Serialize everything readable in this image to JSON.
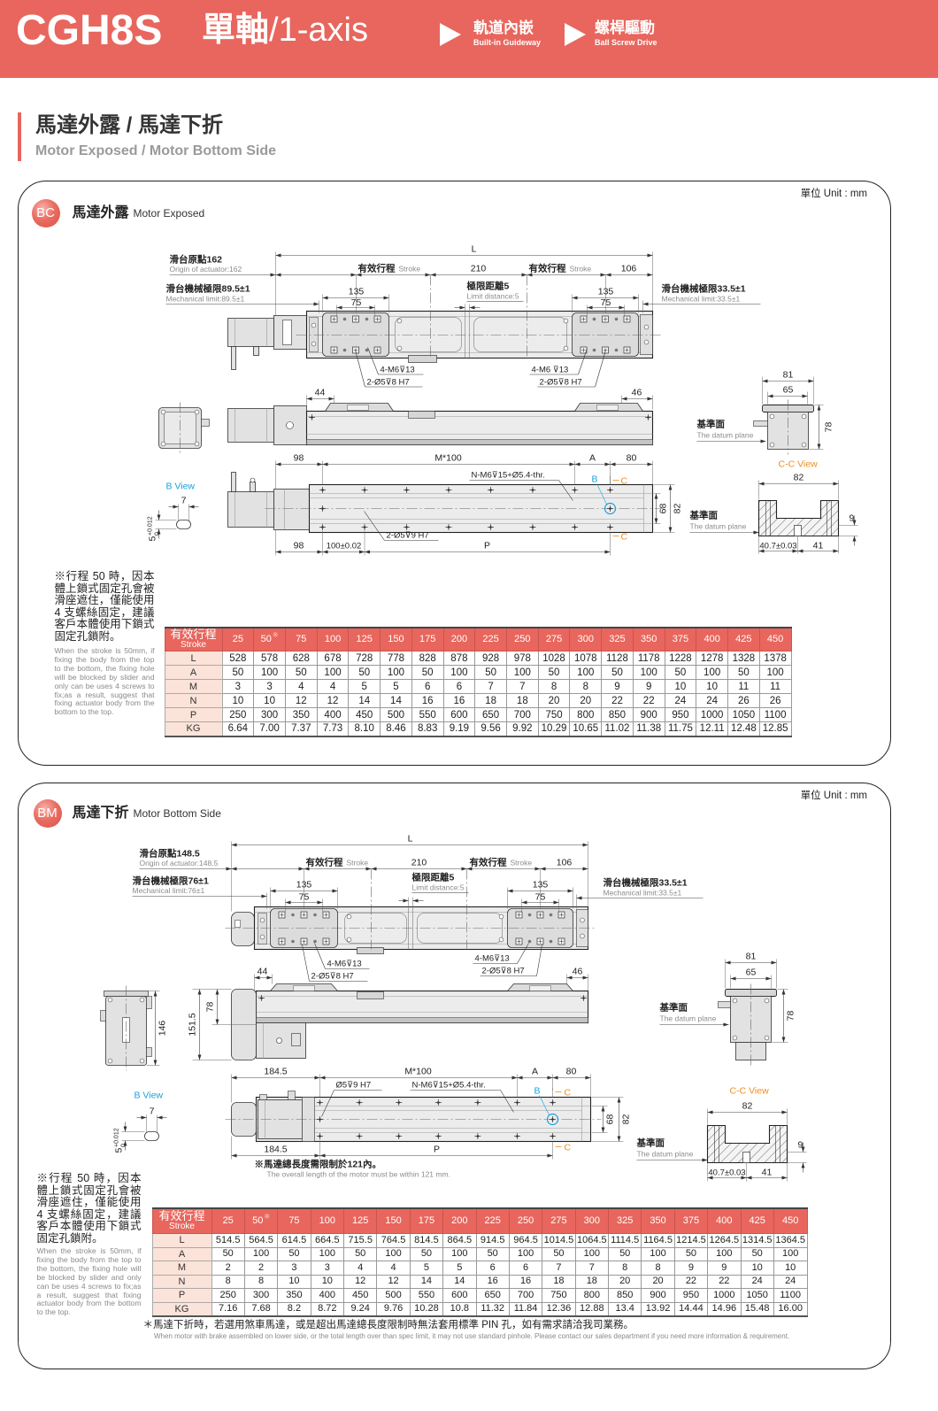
{
  "header": {
    "model": "CGH8S",
    "axis_zh": "單軸",
    "axis_en": "/1-axis",
    "features": [
      {
        "zh": "軌道內嵌",
        "en": "Built-in Guideway",
        "icon": "play-triangle-icon"
      },
      {
        "zh": "螺桿驅動",
        "en": "Ball Screw Drive",
        "icon": "play-triangle-icon"
      }
    ]
  },
  "section": {
    "title_zh": "馬達外露 / 馬達下折",
    "title_en": "Motor Exposed / Motor Bottom Side"
  },
  "colors": {
    "brand": "#E8665D",
    "table_label_bg": "#FBE3D9",
    "b_marker": "#1AA0DC",
    "c_marker": "#F08C1E"
  },
  "panels": [
    {
      "unit": "單位 Unit : mm",
      "badge": "BC",
      "title_zh": "馬達外露",
      "title_en": "Motor Exposed",
      "labels": {
        "L": "L",
        "origin_zh": "滑台原點162",
        "origin_en": "Origin of actuator:162",
        "mech_left_zh": "滑台機械極限89.5±1",
        "mech_left_en": "Mechanical limit:89.5±1",
        "stroke_zh": "有效行程",
        "stroke_en": "Stroke",
        "dim_210": "210",
        "dim_106": "106",
        "limit_zh": "極限距離5",
        "limit_en": "Limit distance:5",
        "dim_135": "135",
        "dim_75": "75",
        "mech_right_zh": "滑台機械極限33.5±1",
        "mech_right_en": "Mechanical limit:33.5±1",
        "tap_holes": "4-M6⊽13",
        "tap_holes_right": "4-M6 ⊽13",
        "pin_holes": "2-Ø5⊽8 H7",
        "dim_44": "44",
        "dim_46": "46",
        "datum_zh": "基準面",
        "datum_en": "The datum plane",
        "dim_81": "81",
        "dim_65": "65",
        "dim_78": "78",
        "dim_motor_offset": "98",
        "pitch": "M*100",
        "dim_A": "A",
        "dim_80": "80",
        "mount_holes": "N-M6⊽15+Ø5.4-thr.",
        "marker_B": "B",
        "marker_C": "C",
        "dim_68": "68",
        "dim_82": "82",
        "bottom_pins": "2-Ø5⊽9 H7",
        "dim_pin_pitch": "100±0.02",
        "dim_P": "P",
        "b_view": "B View",
        "dim_7": "7",
        "slot_nominal": "5",
        "slot_upper": "+0.012",
        "slot_lower": "0",
        "cc_view": "C-C View",
        "dim_9": "9",
        "dim_40_7": "40.7±0.03",
        "dim_41": "41"
      },
      "note_zh": "※行程 50 時，因本體上鎖式固定孔會被滑座遮住，僅能使用 4 支螺絲固定，建議客戶本體使用下鎖式固定孔鎖附。",
      "note_en": "When the stroke is 50mm, if fixing the body from the top to the bottom, the fixing hole will be blocked by slider and only can be uses 4 screws to fix;as a result, suggest that fixing actuator body from the bottom to the top.",
      "table": {
        "header_zh": "有效行程",
        "header_en": "Stroke",
        "note_mark": "※",
        "note_mark_stroke": "50",
        "strokes": [
          "25",
          "50",
          "75",
          "100",
          "125",
          "150",
          "175",
          "200",
          "225",
          "250",
          "275",
          "300",
          "325",
          "350",
          "375",
          "400",
          "425",
          "450"
        ],
        "rows": [
          {
            "label": "L",
            "values": [
              "528",
              "578",
              "628",
              "678",
              "728",
              "778",
              "828",
              "878",
              "928",
              "978",
              "1028",
              "1078",
              "1128",
              "1178",
              "1228",
              "1278",
              "1328",
              "1378"
            ]
          },
          {
            "label": "A",
            "values": [
              "50",
              "100",
              "50",
              "100",
              "50",
              "100",
              "50",
              "100",
              "50",
              "100",
              "50",
              "100",
              "50",
              "100",
              "50",
              "100",
              "50",
              "100"
            ]
          },
          {
            "label": "M",
            "values": [
              "3",
              "3",
              "4",
              "4",
              "5",
              "5",
              "6",
              "6",
              "7",
              "7",
              "8",
              "8",
              "9",
              "9",
              "10",
              "10",
              "11",
              "11"
            ]
          },
          {
            "label": "N",
            "values": [
              "10",
              "10",
              "12",
              "12",
              "14",
              "14",
              "16",
              "16",
              "18",
              "18",
              "20",
              "20",
              "22",
              "22",
              "24",
              "24",
              "26",
              "26"
            ]
          },
          {
            "label": "P",
            "values": [
              "250",
              "300",
              "350",
              "400",
              "450",
              "500",
              "550",
              "600",
              "650",
              "700",
              "750",
              "800",
              "850",
              "900",
              "950",
              "1000",
              "1050",
              "1100"
            ]
          },
          {
            "label": "KG",
            "values": [
              "6.64",
              "7.00",
              "7.37",
              "7.73",
              "8.10",
              "8.46",
              "8.83",
              "9.19",
              "9.56",
              "9.92",
              "10.29",
              "10.65",
              "11.02",
              "11.38",
              "11.75",
              "12.11",
              "12.48",
              "12.85"
            ]
          }
        ]
      }
    },
    {
      "unit": "單位 Unit : mm",
      "badge": "BM",
      "title_zh": "馬達下折",
      "title_en": "Motor Bottom Side",
      "labels": {
        "L": "L",
        "origin_zh": "滑台原點148.5",
        "origin_en": "Origin of actuator:148.5",
        "mech_left_zh": "滑台機械極限76±1",
        "mech_left_en": "Mechanical limit:76±1",
        "stroke_zh": "有效行程",
        "stroke_en": "Stroke",
        "dim_210": "210",
        "dim_106": "106",
        "limit_zh": "極限距離5",
        "limit_en": "Limit distance:5",
        "dim_135": "135",
        "dim_75": "75",
        "mech_right_zh": "滑台機械極限33.5±1",
        "mech_right_en": "Mechanical limit:33.5±1",
        "tap_holes": "4-M6⊽13",
        "tap_holes_right": "4-M6⊽13",
        "pin_holes": "2-Ø5⊽8 H7",
        "dim_44": "44",
        "dim_46": "46",
        "dim_78": "78",
        "dim_151_5": "151.5",
        "dim_146": "146",
        "datum_zh": "基準面",
        "datum_en": "The datum plane",
        "dim_81": "81",
        "dim_65": "65",
        "dim_motor_offset": "184.5",
        "pitch": "M*100",
        "dim_A": "A",
        "dim_80": "80",
        "bottom_pins": "Ø5⊽9 H7",
        "mount_holes": "N-M6⊽15+Ø5.4-thr.",
        "marker_B": "B",
        "marker_C": "C",
        "dim_68": "68",
        "dim_82": "82",
        "dim_P": "P",
        "motor_note_zh": "※馬達總長度需限制於121內。",
        "motor_note_en": "The overall length of the motor must be within 121 mm.",
        "b_view": "B View",
        "dim_7": "7",
        "slot_nominal": "5",
        "slot_upper": "+0.012",
        "slot_lower": "0",
        "cc_view": "C-C View",
        "dim_9": "9",
        "dim_40_7": "40.7±0.03",
        "dim_41": "41"
      },
      "note_zh": "※行程 50 時，因本體上鎖式固定孔會被滑座遮住，僅能使用 4 支螺絲固定，建議客戶本體使用下鎖式固定孔鎖附。",
      "note_en": "When the stroke is 50mm, if fixing the body from the top to the bottom, the fixing hole will be blocked by slider and only can be uses 4 screws to fix;as a result, suggest that fixing actuator body from the bottom to the top.",
      "table": {
        "header_zh": "有效行程",
        "header_en": "Stroke",
        "note_mark": "※",
        "note_mark_stroke": "50",
        "strokes": [
          "25",
          "50",
          "75",
          "100",
          "125",
          "150",
          "175",
          "200",
          "225",
          "250",
          "275",
          "300",
          "325",
          "350",
          "375",
          "400",
          "425",
          "450"
        ],
        "rows": [
          {
            "label": "L",
            "values": [
              "514.5",
              "564.5",
              "614.5",
              "664.5",
              "715.5",
              "764.5",
              "814.5",
              "864.5",
              "914.5",
              "964.5",
              "1014.5",
              "1064.5",
              "1114.5",
              "1164.5",
              "1214.5",
              "1264.5",
              "1314.5",
              "1364.5"
            ]
          },
          {
            "label": "A",
            "values": [
              "50",
              "100",
              "50",
              "100",
              "50",
              "100",
              "50",
              "100",
              "50",
              "100",
              "50",
              "100",
              "50",
              "100",
              "50",
              "100",
              "50",
              "100"
            ]
          },
          {
            "label": "M",
            "values": [
              "2",
              "2",
              "3",
              "3",
              "4",
              "4",
              "5",
              "5",
              "6",
              "6",
              "7",
              "7",
              "8",
              "8",
              "9",
              "9",
              "10",
              "10"
            ]
          },
          {
            "label": "N",
            "values": [
              "8",
              "8",
              "10",
              "10",
              "12",
              "12",
              "14",
              "14",
              "16",
              "16",
              "18",
              "18",
              "20",
              "20",
              "22",
              "22",
              "24",
              "24"
            ]
          },
          {
            "label": "P",
            "values": [
              "250",
              "300",
              "350",
              "400",
              "450",
              "500",
              "550",
              "600",
              "650",
              "700",
              "750",
              "800",
              "850",
              "900",
              "950",
              "1000",
              "1050",
              "1100"
            ]
          },
          {
            "label": "KG",
            "values": [
              "7.16",
              "7.68",
              "8.2",
              "8.72",
              "9.24",
              "9.76",
              "10.28",
              "10.8",
              "11.32",
              "11.84",
              "12.36",
              "12.88",
              "13.4",
              "13.92",
              "14.44",
              "14.96",
              "15.48",
              "16.00"
            ]
          }
        ]
      },
      "footnote_zh": "＊馬達下折時，若選用煞車馬達，或是超出馬達總長度限制時無法套用標準 PIN 孔，如有需求請洽我司業務。",
      "footnote_en": "When motor with brake assembled on lower side, or the total length over than spec limit, it may not use standard pinhole. Please contact our sales department if you need more information & requirement."
    }
  ]
}
